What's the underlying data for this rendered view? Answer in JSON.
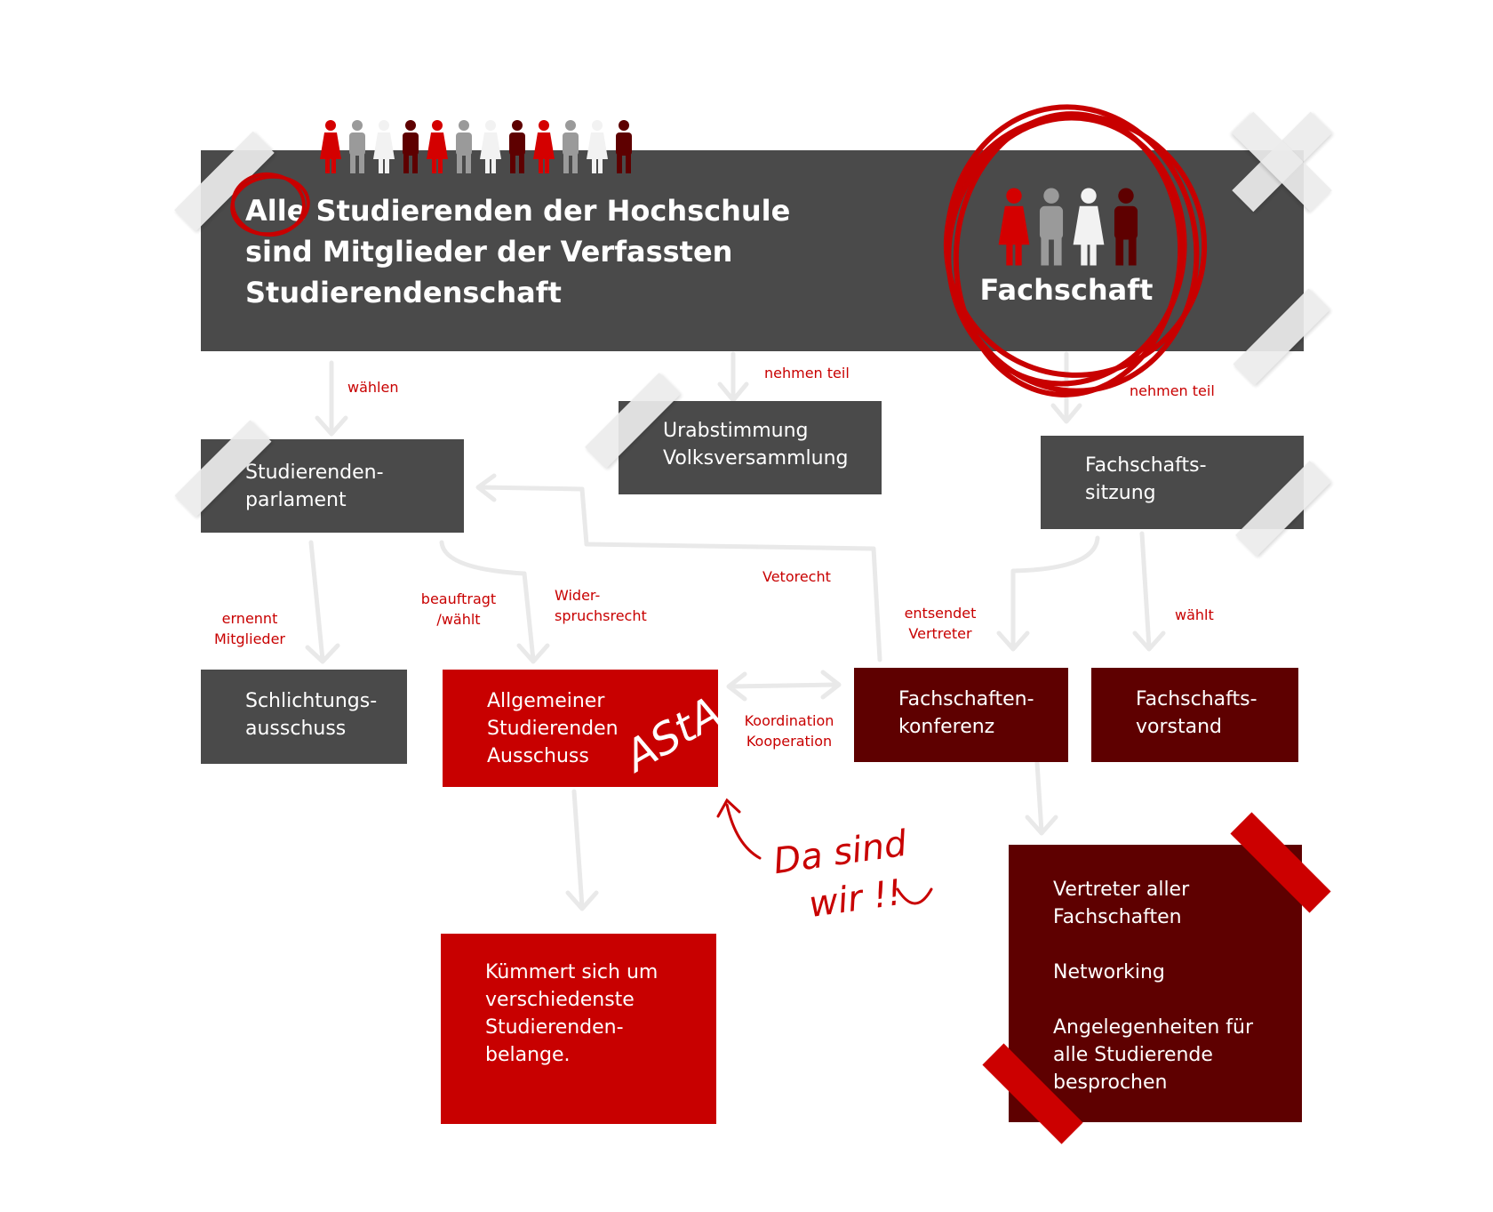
{
  "banner": {
    "title": "Alle Studierenden der Hochschule\nsind Mitglieder der Verfassten\nStudierendenschaft",
    "fachschaft_label": "Fachschaft"
  },
  "boxes": {
    "urabstimmung": "Urabstimmung\nVolksversammlung",
    "studierendenparlament": "Studierenden-\nparlament",
    "fachschaftssitzung": "Fachschafts-\nsitzung",
    "schlichtungsausschuss": "Schlichtungs-\nausschuss",
    "asta": "Allgemeiner\nStudierenden\nAusschuss",
    "fachschaftenkonferenz": "Fachschaften-\nkonferenz",
    "fachschaftsvorstand": "Fachschafts-\nvorstand",
    "asta_details": "Kümmert sich um\nverschiedenste\nStudierenden-\nbelange.",
    "konferenz_details": "Vertreter aller\nFachschaften\n\nNetworking\n\nAngelegenheiten für\nalle Studierende\n besprochen"
  },
  "labels": {
    "waehlen": "wählen",
    "nehmen_teil_1": "nehmen teil",
    "nehmen_teil_2": "nehmen teil",
    "ernennt": "ernennt\nMitglieder",
    "beauftragt": "beauftragt\n/wählt",
    "widerspruch": "Wider-\nspruchsrecht",
    "vetorecht": "Vetorecht",
    "entsendet": "entsendet\nVertreter",
    "waehlt": "wählt",
    "koordination": "Koordination\nKooperation"
  },
  "handwriting": {
    "asta": "AStA",
    "da_sind": "Da sind",
    "wir": "wir !!"
  },
  "colors": {
    "grey_box": "#4a4a4a",
    "red_box": "#c80000",
    "dark_red_box": "#5e0000",
    "label_text": "#c80000",
    "arrow": "#e6e6e6",
    "tape": "#ececec"
  }
}
